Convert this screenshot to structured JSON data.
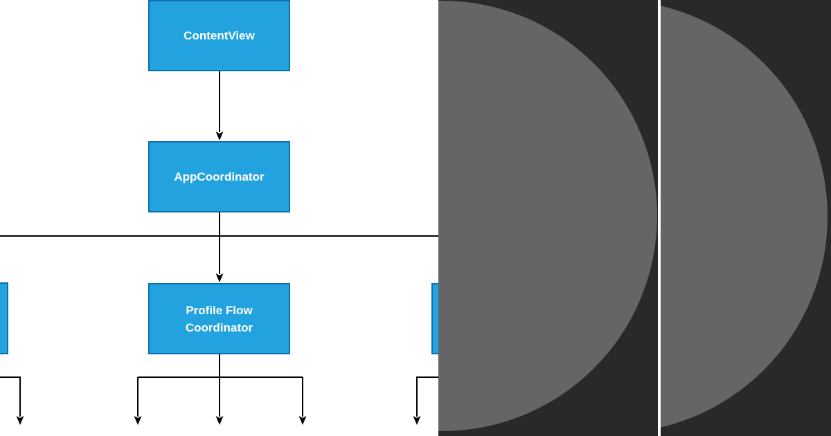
{
  "colors": {
    "diagram_bg": "#ffffff",
    "node_fill": "#23a2e0",
    "node_border": "#0c6fae",
    "node_text": "#ffffff",
    "connector": "#000000",
    "panel_bg": "#29292b",
    "panel_circle": "#656568",
    "panel_gap": "#ffffff"
  },
  "diagram": {
    "nodes": {
      "contentview": {
        "label": "ContentView"
      },
      "appcoordinator": {
        "label": "AppCoordinator"
      },
      "profileflow": {
        "line1": "Profile Flow",
        "line2": "Coordinator"
      }
    },
    "edges": [
      "ContentView -> AppCoordinator",
      "AppCoordinator -> Profile Flow Coordinator (via horizontal sibling rail)",
      "horizontal rail continues to offscreen-left and offscreen-right sibling coordinators",
      "Profile Flow Coordinator -> three offscreen children (down arrows)",
      "offscreen-left coordinator -> one down arrow",
      "offscreen-right coordinator -> one down arrow"
    ]
  },
  "panels": [
    {
      "description": "dark app screenshot with large gray circle, right half of circle clipped at panel left edge"
    },
    {
      "description": "dark app screenshot with large gray circle, circle partially clipped at panel left edge"
    }
  ]
}
